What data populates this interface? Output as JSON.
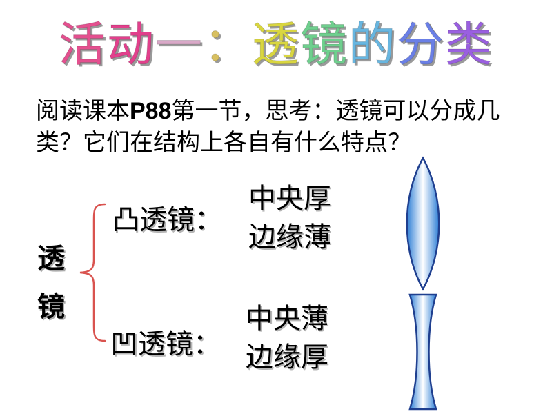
{
  "title": {
    "chars": [
      "活",
      "动",
      "一",
      "：",
      "透",
      "镜",
      "的",
      "分",
      "类"
    ],
    "colors": [
      "#e4508f",
      "#e2408c",
      "#d9a9c8",
      "#d8c060",
      "#d9d640",
      "#6fcf8e",
      "#68b6e0",
      "#6a7fe6",
      "#9a5fe0"
    ]
  },
  "question": {
    "before": "阅读课本",
    "bold": "P88",
    "after": "第一节，思考：透镜可以分成几类？它们在结构上各自有什么特点？"
  },
  "side_label": {
    "char1": "透",
    "char2": "镜"
  },
  "convex": {
    "label": "凸透镜：",
    "desc_line1": "中央厚",
    "desc_line2": "边缘薄"
  },
  "concave": {
    "label": "凹透镜：",
    "desc_line1": "中央薄",
    "desc_line2": "边缘厚"
  },
  "colors": {
    "brace": "#d9534f",
    "lens_stroke": "#1f3f8f",
    "lens_edge": "#2e7fd6",
    "lens_center": "#ffffff"
  }
}
